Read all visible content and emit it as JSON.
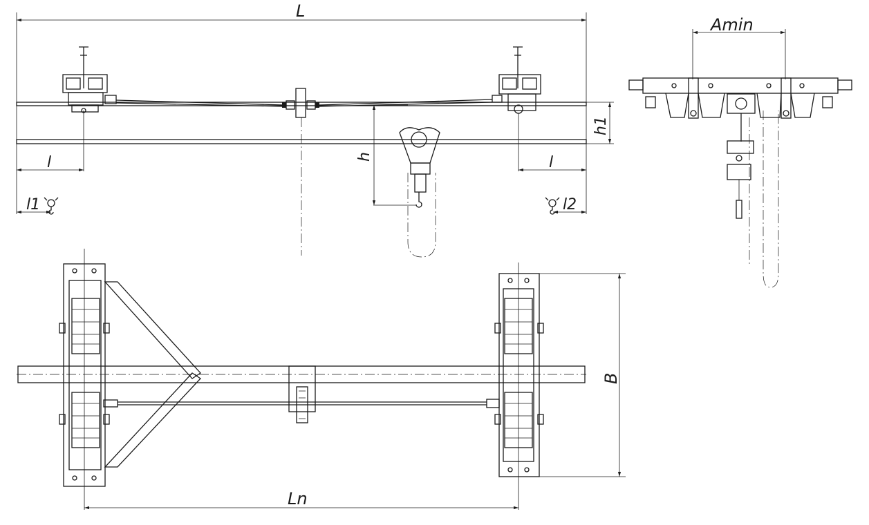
{
  "drawing": {
    "labels": {
      "L": "L",
      "l_left": "l",
      "l_right": "l",
      "l1": "l1",
      "l2": "l2",
      "h": "h",
      "h1": "h1",
      "Amin": "Amin",
      "B": "B",
      "Ln": "Ln"
    },
    "colors": {
      "line": "#1a1a1a",
      "background": "#ffffff"
    }
  }
}
